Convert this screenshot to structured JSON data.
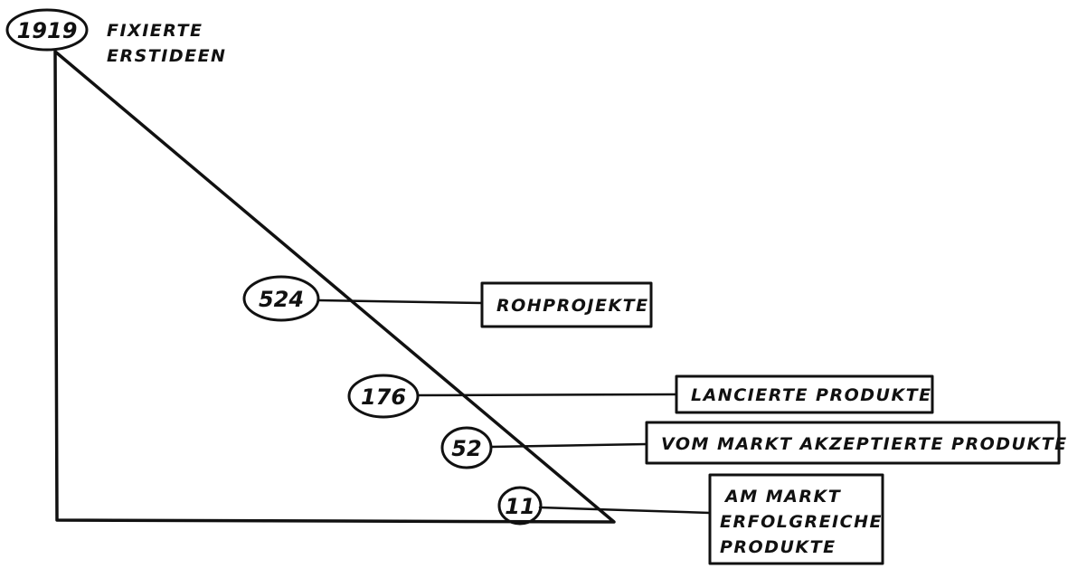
{
  "top": {
    "count": "1919",
    "label_lines": [
      "FIXIERTE",
      "ERSTIDEEN"
    ]
  },
  "stages": [
    {
      "count": "524",
      "label_lines": [
        "ROHPROJEKTE"
      ]
    },
    {
      "count": "176",
      "label_lines": [
        "LANCIERTE PRODUKTE"
      ]
    },
    {
      "count": "52",
      "label_lines": [
        "VOM MARKT AKZEPTIERTE PRODUKTE"
      ]
    },
    {
      "count": "11",
      "label_lines": [
        "AM MARKT",
        "ERFOLGREICHE",
        "PRODUKTE"
      ]
    }
  ],
  "colors": {
    "funnel_fill": "#a8a8a8",
    "ink": "#111111",
    "background": "#ffffff"
  }
}
